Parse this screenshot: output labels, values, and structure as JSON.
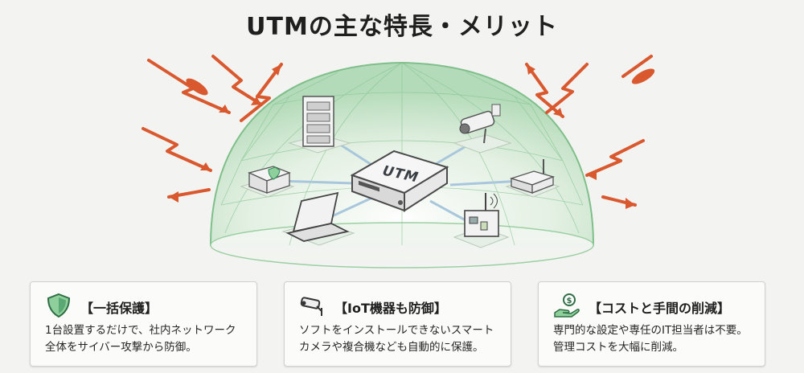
{
  "title": "UTMの主な特長・メリット",
  "center_label": "UTM",
  "devices": [
    "server-rack",
    "camera",
    "security-appliance",
    "utm-appliance",
    "router",
    "laptop",
    "iot-factory"
  ],
  "cards": [
    {
      "icon": "shield-icon",
      "title": "【一括保護】",
      "desc": [
        "1台設置するだけで、社内ネットワーク",
        "全体をサイバー攻撃から防御。"
      ]
    },
    {
      "icon": "security-camera-icon",
      "title": "【IoT機器も防御】",
      "desc": [
        "ソフトをインストールできないスマート",
        "カメラや複合機なども自動的に保護。"
      ]
    },
    {
      "icon": "hand-coin-icon",
      "title": "【コストと手間の削減】",
      "desc": [
        "専門的な設定や専任のIT担当者は不要。",
        "管理コストを大幅に削減。"
      ]
    }
  ],
  "colors": {
    "dome": "#8fcf9b",
    "attack": "#d9582e",
    "network_line": "#a9c7dc",
    "shield_green": "#2e8b57"
  }
}
